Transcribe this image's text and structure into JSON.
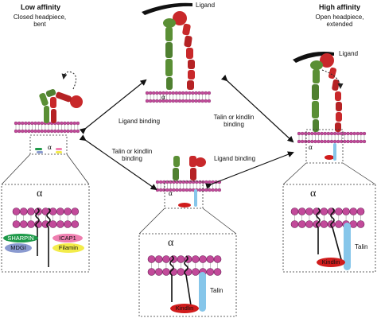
{
  "panels": {
    "low": {
      "title": "Low affinity",
      "subtitle": "Closed headpiece, bent"
    },
    "high": {
      "title": "High affinity",
      "subtitle": "Open headpiece, extended"
    }
  },
  "labels": {
    "ligand_top": "Ligand",
    "ligand_right": "Ligand",
    "alpha": "α",
    "arrow_ligand_binding_left": "Ligand binding",
    "arrow_talin_kindlin_right": "Talin or kindlin binding",
    "arrow_talin_kindlin_left": "Talin or kindlin binding",
    "arrow_ligand_binding_right": "Ligand binding"
  },
  "proteins": {
    "sharpin": "SHARPIN",
    "icap1": "ICAP1",
    "mdgi": "MDGI",
    "filamin": "Filamin",
    "kindlin": "Kindlin",
    "talin": "Talin"
  },
  "colors": {
    "alpha_subunit": "#5a8f35",
    "beta_subunit": "#c8282a",
    "membrane_head": "#c24a9a",
    "sharpin": "#1f9a4a",
    "icap1": "#ef7fb0",
    "mdgi": "#8a9ad0",
    "filamin": "#f3ec4a",
    "kindlin": "#d01c1c",
    "talin": "#86c6ea"
  }
}
